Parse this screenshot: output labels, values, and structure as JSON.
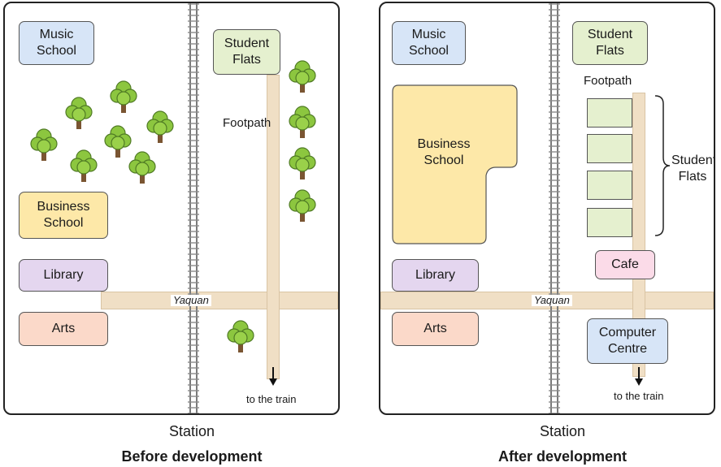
{
  "before": {
    "caption": "Before development",
    "station": "Station",
    "road_name": "Yaquan",
    "footpath": "Footpath",
    "to_train": "to the train",
    "buildings": {
      "music_school": "Music School",
      "student_flats": "Student Flats",
      "business_school": "Business School",
      "library": "Library",
      "arts": "Arts"
    },
    "tree_icon": "tree-icon"
  },
  "after": {
    "caption": "After development",
    "station": "Station",
    "road_name": "Yaquan",
    "footpath": "Footpath",
    "to_train": "to the train",
    "buildings": {
      "music_school": "Music School",
      "student_flats": "Student Flats",
      "business_school": "Business School",
      "student_flats_group": "Student Flats",
      "cafe": "Cafe",
      "library": "Library",
      "arts": "Arts",
      "computer_centre": "Computer Centre"
    }
  },
  "colors": {
    "road": "#f0dfc5",
    "blue_building": "#d7e5f7",
    "green_building": "#e5f0cf",
    "yellow_building": "#fde8a8",
    "purple_building": "#e4d6ef",
    "peach_building": "#fbd9c9",
    "pink_building": "#fbdbe8",
    "tree": "#8cc63f"
  }
}
